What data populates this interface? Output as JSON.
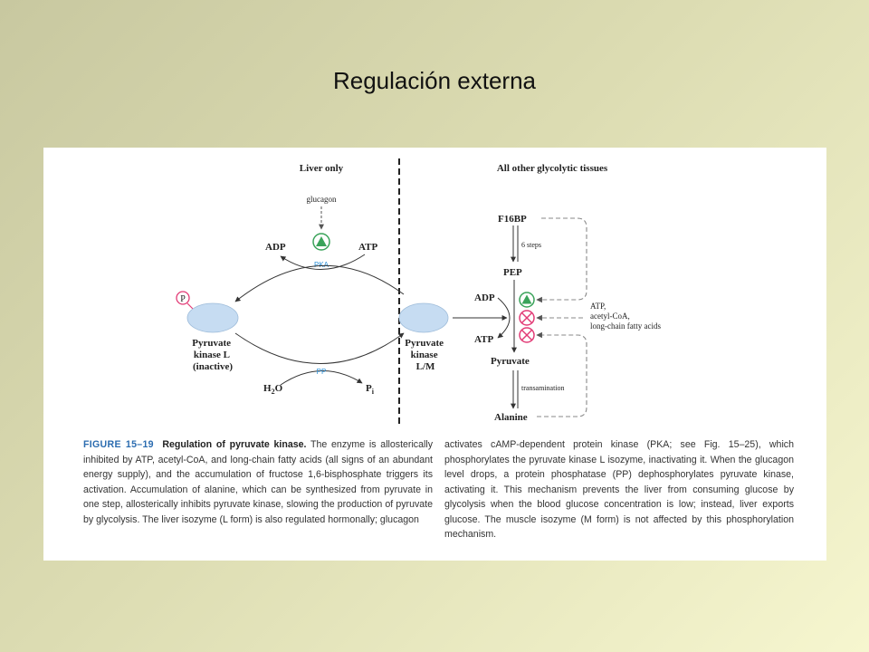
{
  "slide": {
    "title": "Regulación externa"
  },
  "diagram": {
    "left_heading": "Liver only",
    "right_heading": "All other glycolytic tissues",
    "glucagon": "glucagon",
    "adp": "ADP",
    "atp": "ATP",
    "pka": "PKA",
    "pp": "PP",
    "phosphate_tag": "P",
    "pk_l_line1": "Pyruvate",
    "pk_l_line2": "kinase L",
    "pk_l_line3": "(inactive)",
    "pk_lm_line1": "Pyruvate",
    "pk_lm_line2": "kinase",
    "pk_lm_line3": "L/M",
    "h2o_base": "H",
    "h2o_sub": "2",
    "h2o_tail": "O",
    "pi_base": "P",
    "pi_sub": "i",
    "f16bp": "F16BP",
    "six_steps": "6 steps",
    "pep": "PEP",
    "adp_right": "ADP",
    "atp_right": "ATP",
    "pyruvate": "Pyruvate",
    "transamination": "transamination",
    "alanine": "Alanine",
    "inhibitor_line1": "ATP,",
    "inhibitor_line2": "acetyl-CoA,",
    "inhibitor_line3": "long-chain fatty acids",
    "colors": {
      "enzyme_fill": "#c6dcf2",
      "activator_green": "#3aa35a",
      "inhibitor_pink": "#e23b76",
      "pka_blue": "#2b8fd6"
    }
  },
  "caption": {
    "figure_label": "FIGURE 15–19",
    "figure_title": "Regulation of pyruvate kinase.",
    "left_text": "The enzyme is allosterically inhibited by ATP, acetyl-CoA, and long-chain fatty acids (all signs of an abundant energy supply), and the accumulation of fructose 1,6-bisphosphate triggers its activation. Accumulation of alanine, which can be synthesized from pyruvate in one step, allosterically inhibits pyruvate kinase, slowing the production of pyruvate by glycolysis. The liver isozyme (L form) is also regulated hormonally; glucagon",
    "right_text": "activates cAMP-dependent protein kinase (PKA; see Fig. 15–25), which phosphorylates the pyruvate kinase L isozyme, inactivating it. When the glucagon level drops, a protein phosphatase (PP) dephosphorylates pyruvate kinase, activating it. This mechanism prevents the liver from consuming glucose by glycolysis when the blood glucose concentration is low; instead, liver exports glucose. The muscle isozyme (M form) is not affected by this phosphorylation mechanism."
  }
}
